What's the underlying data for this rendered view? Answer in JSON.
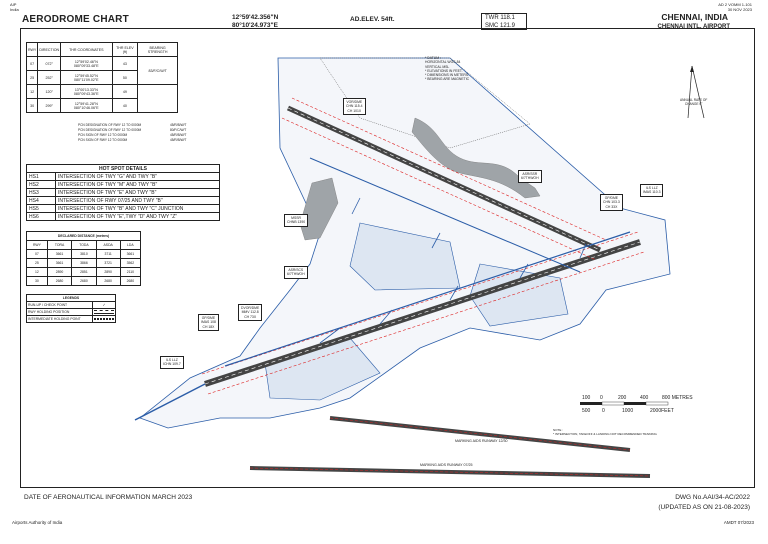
{
  "corner": {
    "left": [
      "AIP",
      "India"
    ],
    "right": [
      "AD 2 VOMM 1-101",
      "30 NOV 2023"
    ]
  },
  "header": {
    "title": "AERODROME CHART",
    "lat": "12°59'42.356\"N",
    "lon": "80°10'24.973\"E",
    "elevation": "AD.ELEV. 54ft.",
    "twr": "TWR  118.1",
    "smc": "SMC  121.9",
    "city": "CHENNAI, INDIA",
    "airport": "CHENNAI INTL. AIRPORT"
  },
  "runway_table": {
    "headers": [
      "RWY",
      "DIRECTION",
      "THR COORDINATES",
      "THR ELEV (ft)",
      "BEARING STRENGTH"
    ],
    "rows": [
      [
        "07",
        "072°",
        "12°59'02.46\"N 080°09'33.48\"E",
        "43",
        "83/F/C/W/T"
      ],
      [
        "25",
        "252°",
        "12°59'45.52\"N 080°11'09.02\"E",
        "50",
        ""
      ],
      [
        "12",
        "120°",
        "13°00'13.33\"N 080°09'43.36\"E",
        "49",
        ""
      ],
      [
        "30",
        "299°",
        "12°59'41.28\"N 080°10'46.06\"E",
        "40",
        ""
      ]
    ]
  },
  "notes_block": [
    [
      "PCN DESIGNATION OF RWY 12 TO 0000M",
      "45/R/B/W/T"
    ],
    [
      "PCN DESIGNATION OF RWY 12 TO 0000M",
      "80/F/C/W/T"
    ],
    [
      "PCN SIGN OF RWY 12 TO 0000M",
      "45/R/B/W/T"
    ],
    [
      "PCN SIGN OF RWY 12 TO 0000M",
      "45/R/B/W/T"
    ]
  ],
  "hot_spots": {
    "title": "HOT SPOT DETAILS",
    "rows": [
      [
        "HS1",
        "INTERSECTION OF TWY \"G\" AND TWY \"B\""
      ],
      [
        "HS2",
        "INTERSECTION OF TWY \"M\" AND TWY \"B\""
      ],
      [
        "HS3",
        "INTERSECTION OF TWY \"E\" AND TWY \"B\""
      ],
      [
        "HS4",
        "INTERSECTION OF RWY 07/25 AND TWY \"B\""
      ],
      [
        "HS5",
        "INTERSECTION OF TWY \"B\" AND TWY \"C\" JUNCTION"
      ],
      [
        "HS6",
        "INTERSECTION OF TWY \"E\",TWY \"D\" AND TWY \"Z\""
      ]
    ]
  },
  "declared": {
    "title": "DECLARED DISTANCE (metres)",
    "headers": [
      "RWY",
      "TORA",
      "TODA",
      "ASDA",
      "LDA"
    ],
    "rows": [
      [
        "07",
        "3661",
        "3810",
        "3711",
        "3661"
      ],
      [
        "25",
        "3661",
        "3866",
        "3721",
        "3562"
      ],
      [
        "12",
        "2890",
        "2851",
        "2890",
        "2110"
      ],
      [
        "30",
        "2680",
        "2680",
        "2680",
        "2680"
      ]
    ]
  },
  "legend": {
    "title": "LEGENDS",
    "rows": [
      "RUN-UP / CHECK POINT",
      "RWY HOLDING POSITION",
      "INTERMEDIATE HOLDING POINT"
    ]
  },
  "map": {
    "notes_top": [
      "* DATUM :",
      "HORIZONTAL WGS-84",
      "VERTICAL MSL",
      "* ELEVATIONS IN FEET.",
      "* DIMENSIONS IN METERS.",
      "* BEARING ARE MAGNETIC"
    ],
    "vor_box": [
      "VOR/DME",
      "CHN 115.4",
      "CH 101X"
    ],
    "asrsss_top": [
      "ASR/SSR",
      "6/7THWOH"
    ],
    "gpdme_right": [
      "GP/DME",
      "CHN 103.3",
      "CH 33X"
    ],
    "illz_right": [
      "ILS LLZ",
      "IMAS 110.3"
    ],
    "msgr": [
      "MSSR",
      "CHNB 1390"
    ],
    "asrsss_mid": [
      "ASR/SCS",
      "6/7THWOH"
    ],
    "gpdme_left": [
      "GP/DME",
      "IMAS 108",
      "CH 18X"
    ],
    "dvor": [
      "DVOR/DME",
      "MMV 112.8",
      "CH 73X"
    ],
    "illz_left": [
      "ILS LLZ",
      "ICHN 109.7"
    ],
    "magvar": [
      "ANNUAL RATE OF",
      "CHANGE 0°"
    ],
    "bottom_note": [
      "NOTE :",
      "* INTERSECTION, TAKEOFF & LANDING NOT RECOMMENDED TRAINING"
    ],
    "marking_12": "MARKING AIDS RUNWAY 12/30",
    "marking_0725": "MARKING AIDS RUNWAY 07/25",
    "scale_m": [
      "100",
      "0",
      "200",
      "400",
      "800 METRES"
    ],
    "scale_ft": [
      "500",
      "0",
      "1000",
      "2000FEET"
    ],
    "colors": {
      "runway": "#d22",
      "line": "#2b5da8",
      "fill": "#dde6f2"
    }
  },
  "footer": {
    "date": "DATE OF AERONAUTICAL INFORMATION MARCH 2023",
    "dwg": "DWG No.AAI/34-AC/2022",
    "updated": "(UPDATED AS ON  21-08-2023)",
    "aai": "Airports Authority of India",
    "amdt": "AMDT 07/2023"
  }
}
